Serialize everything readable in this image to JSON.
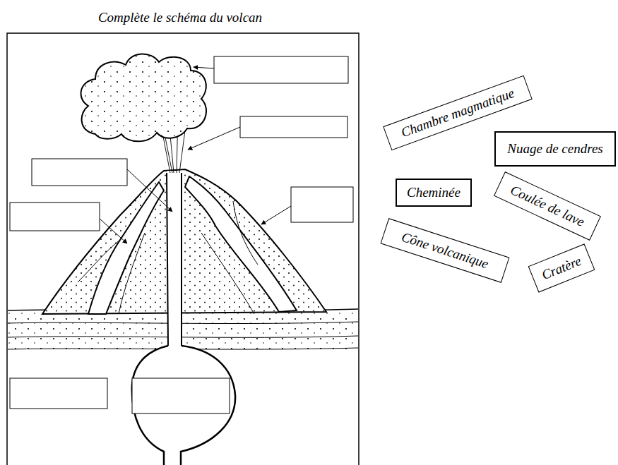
{
  "diagram": {
    "title": "Complète le schéma du volcan",
    "nodes": [
      {
        "text": [
          "Chambre magmatique"
        ]
      },
      {
        "text": [
          "Nuage de cendres"
        ]
      },
      {
        "text": [
          "Cheminée"
        ]
      },
      {
        "text": [
          "Coulée de lave"
        ]
      },
      {
        "text": [
          "Cône volcanique"
        ]
      },
      {
        "text": [
          "Cratère"
        ]
      }
    ]
  }
}
